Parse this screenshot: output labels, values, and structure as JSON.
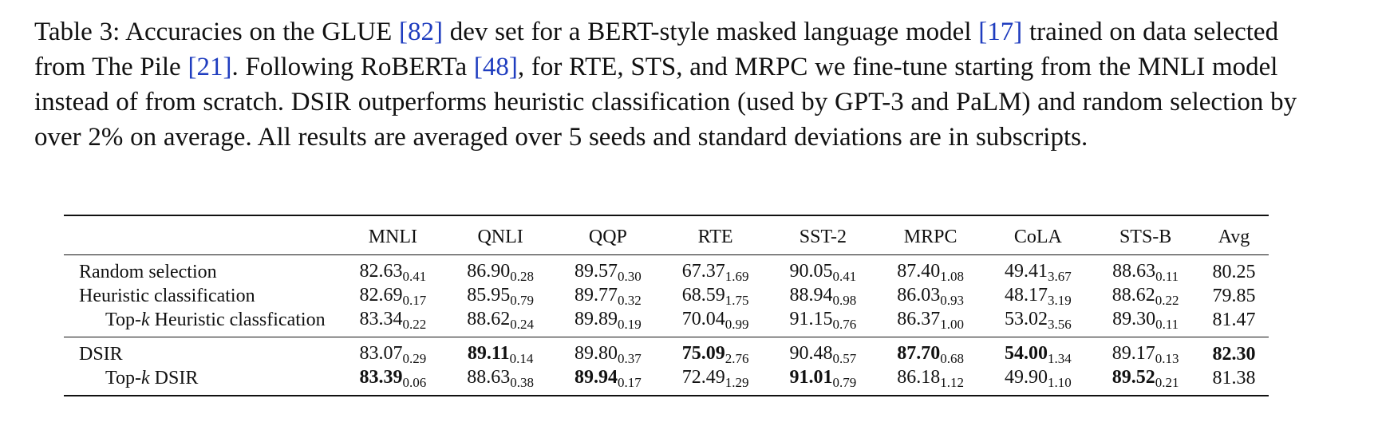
{
  "caption": {
    "p1": "Table 3: Accuracies on the GLUE ",
    "r1": "[82]",
    "p2": " dev set for a BERT-style masked language model ",
    "r2": "[17]",
    "p3": " trained on data selected from The Pile ",
    "r3": "[21]",
    "p4": ". Following RoBERTa ",
    "r4": "[48]",
    "p5": ", for RTE, STS, and MRPC we fine-tune starting from the MNLI model instead of from scratch.  DSIR outperforms heuristic classification (used by GPT-3 and PaLM) and random selection by over 2% on average.  All results are averaged over 5 seeds and standard deviations are in subscripts."
  },
  "table": {
    "headers": [
      "MNLI",
      "QNLI",
      "QQP",
      "RTE",
      "SST-2",
      "MRPC",
      "CoLA",
      "STS-B",
      "Avg"
    ],
    "rows": [
      {
        "name_prefix": "Random selection",
        "name_k": "",
        "name_suffix": "",
        "cells": [
          {
            "v": "82.63",
            "s": "0.41"
          },
          {
            "v": "86.90",
            "s": "0.28"
          },
          {
            "v": "89.57",
            "s": "0.30"
          },
          {
            "v": "67.37",
            "s": "1.69"
          },
          {
            "v": "90.05",
            "s": "0.41"
          },
          {
            "v": "87.40",
            "s": "1.08"
          },
          {
            "v": "49.41",
            "s": "3.67"
          },
          {
            "v": "88.63",
            "s": "0.11"
          },
          {
            "v": "80.25",
            "s": ""
          }
        ]
      },
      {
        "name_prefix": "Heuristic classification",
        "name_k": "",
        "name_suffix": "",
        "cells": [
          {
            "v": "82.69",
            "s": "0.17"
          },
          {
            "v": "85.95",
            "s": "0.79"
          },
          {
            "v": "89.77",
            "s": "0.32"
          },
          {
            "v": "68.59",
            "s": "1.75"
          },
          {
            "v": "88.94",
            "s": "0.98"
          },
          {
            "v": "86.03",
            "s": "0.93"
          },
          {
            "v": "48.17",
            "s": "3.19"
          },
          {
            "v": "88.62",
            "s": "0.22"
          },
          {
            "v": "79.85",
            "s": ""
          }
        ]
      },
      {
        "name_prefix": "Top-",
        "name_k": "k",
        "name_suffix": " Heuristic classfication",
        "cells": [
          {
            "v": "83.34",
            "s": "0.22"
          },
          {
            "v": "88.62",
            "s": "0.24"
          },
          {
            "v": "89.89",
            "s": "0.19"
          },
          {
            "v": "70.04",
            "s": "0.99"
          },
          {
            "v": "91.15",
            "s": "0.76"
          },
          {
            "v": "86.37",
            "s": "1.00"
          },
          {
            "v": "53.02",
            "s": "3.56"
          },
          {
            "v": "89.30",
            "s": "0.11"
          },
          {
            "v": "81.47",
            "s": ""
          }
        ]
      },
      {
        "name_prefix": "DSIR",
        "name_k": "",
        "name_suffix": "",
        "cells": [
          {
            "v": "83.07",
            "s": "0.29"
          },
          {
            "v": "89.11",
            "s": "0.14",
            "b": true
          },
          {
            "v": "89.80",
            "s": "0.37"
          },
          {
            "v": "75.09",
            "s": "2.76",
            "b": true
          },
          {
            "v": "90.48",
            "s": "0.57"
          },
          {
            "v": "87.70",
            "s": "0.68",
            "b": true
          },
          {
            "v": "54.00",
            "s": "1.34",
            "b": true
          },
          {
            "v": "89.17",
            "s": "0.13"
          },
          {
            "v": "82.30",
            "s": "",
            "b": true
          }
        ]
      },
      {
        "name_prefix": "Top-",
        "name_k": "k",
        "name_suffix": " DSIR",
        "cells": [
          {
            "v": "83.39",
            "s": "0.06",
            "b": true
          },
          {
            "v": "88.63",
            "s": "0.38"
          },
          {
            "v": "89.94",
            "s": "0.17",
            "b": true
          },
          {
            "v": "72.49",
            "s": "1.29"
          },
          {
            "v": "91.01",
            "s": "0.79",
            "b": true
          },
          {
            "v": "86.18",
            "s": "1.12"
          },
          {
            "v": "49.90",
            "s": "1.10"
          },
          {
            "v": "89.52",
            "s": "0.21",
            "b": true
          },
          {
            "v": "81.38",
            "s": ""
          }
        ]
      }
    ]
  }
}
